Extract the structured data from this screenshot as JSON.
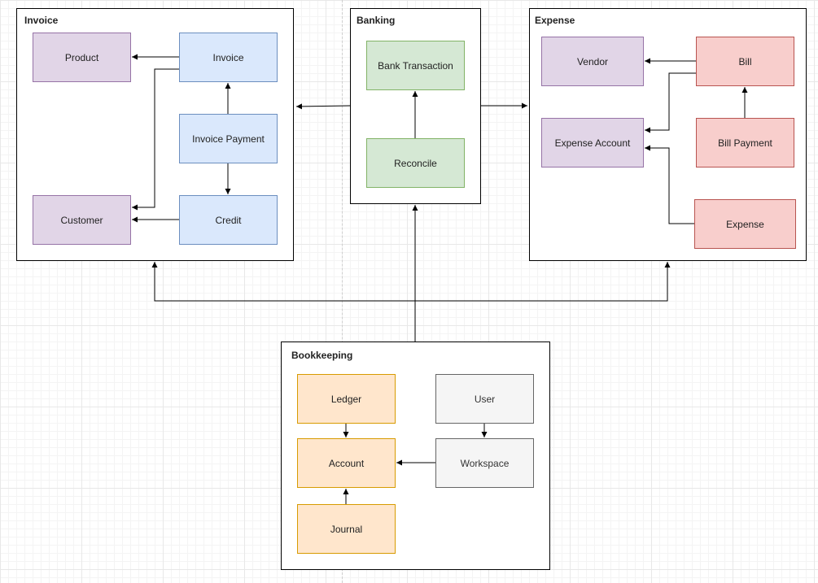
{
  "containers": {
    "invoice": "Invoice",
    "banking": "Banking",
    "expense": "Expense",
    "bookkeeping": "Bookkeeping"
  },
  "nodes": {
    "product": "Product",
    "invoice": "Invoice",
    "invoice_payment": "Invoice Payment",
    "customer": "Customer",
    "credit": "Credit",
    "bank_transaction": "Bank Transaction",
    "reconcile": "Reconcile",
    "vendor": "Vendor",
    "bill": "Bill",
    "expense_account": "Expense Account",
    "bill_payment": "Bill Payment",
    "expense": "Expense",
    "ledger": "Ledger",
    "account": "Account",
    "journal": "Journal",
    "user": "User",
    "workspace": "Workspace"
  },
  "colors": {
    "purple_fill": "#e1d5e7",
    "blue_fill": "#dae8fc",
    "green_fill": "#d5e8d4",
    "red_fill": "#f8cecc",
    "orange_fill": "#ffe6cc",
    "gray_fill": "#f5f5f5"
  }
}
